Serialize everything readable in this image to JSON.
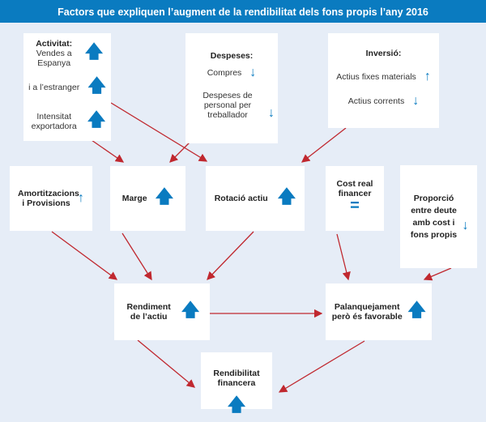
{
  "title": "Factors que expliquen l’augment de la rendibilitat dels fons propis l’any 2016",
  "colors": {
    "header": "#0a7bc0",
    "arrow_icon": "#0a7bc0",
    "connector": "#c0282f",
    "background": "#e6edf7"
  },
  "activitat": {
    "heading": "Activitat:",
    "items": [
      {
        "label": "Vendes a Espanya",
        "trend": "up"
      },
      {
        "label": "i a l’estranger",
        "trend": "up"
      },
      {
        "label": "Intensitat exportadora",
        "trend": "up"
      }
    ]
  },
  "despeses": {
    "heading": "Despeses:",
    "items": [
      {
        "label": "Compres",
        "trend": "down"
      },
      {
        "label": "Despeses de personal per treballador",
        "trend": "down"
      }
    ]
  },
  "inversio": {
    "heading": "Inversió:",
    "items": [
      {
        "label": "Actius fixes materials",
        "trend": "up"
      },
      {
        "label": "Actius corrents",
        "trend": "down"
      }
    ]
  },
  "amortitzacions": {
    "label": "Amortitzacions i Provisions",
    "trend": "up"
  },
  "marge": {
    "label": "Marge",
    "trend": "up"
  },
  "rotacio": {
    "label": "Rotació actiu",
    "trend": "up"
  },
  "cost_real": {
    "label": "Cost real financer",
    "trend": "equal",
    "symbol": "="
  },
  "proporcio": {
    "label": "Proporció entre deute amb cost i fons propis",
    "trend": "down"
  },
  "rendiment": {
    "label": "Rendiment de l’actiu",
    "trend": "up"
  },
  "palanquejament": {
    "label": "Palanquejament però és favorable",
    "trend": "up"
  },
  "rendibilitat": {
    "label": "Rendibilitat financera",
    "trend": "up"
  },
  "icons": {
    "up": "arrow-up-icon",
    "down": "arrow-down-icon",
    "equal": "equals-icon"
  }
}
